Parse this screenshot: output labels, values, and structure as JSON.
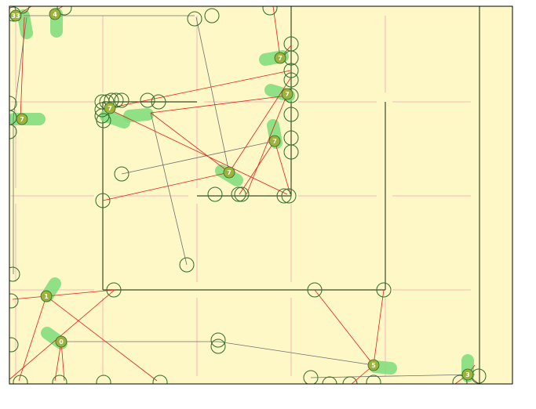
{
  "colors": {
    "background": "#fdf8c6",
    "frame": "#000000",
    "grid": "#f2b7c0",
    "wall": "#3b4a2e",
    "halo": "#7ddc7a",
    "node_fill": "#9cb23a",
    "node_ring": "#2f6b2a",
    "red_link": "#e0201a",
    "gray_link": "#6e6e6e"
  },
  "labels": {
    "n_top_left_a": "33",
    "n_top_left_b": "4",
    "n_left_mid": "7",
    "n_cluster": "7",
    "n_upper_right_1": "7",
    "n_upper_right_2": "7",
    "n_mid_right": "7",
    "n_center": "7",
    "n_lower_left_1": "1",
    "n_lower_left_2": "0",
    "n_bottom_mid": "5",
    "n_bottom_right": "3"
  }
}
